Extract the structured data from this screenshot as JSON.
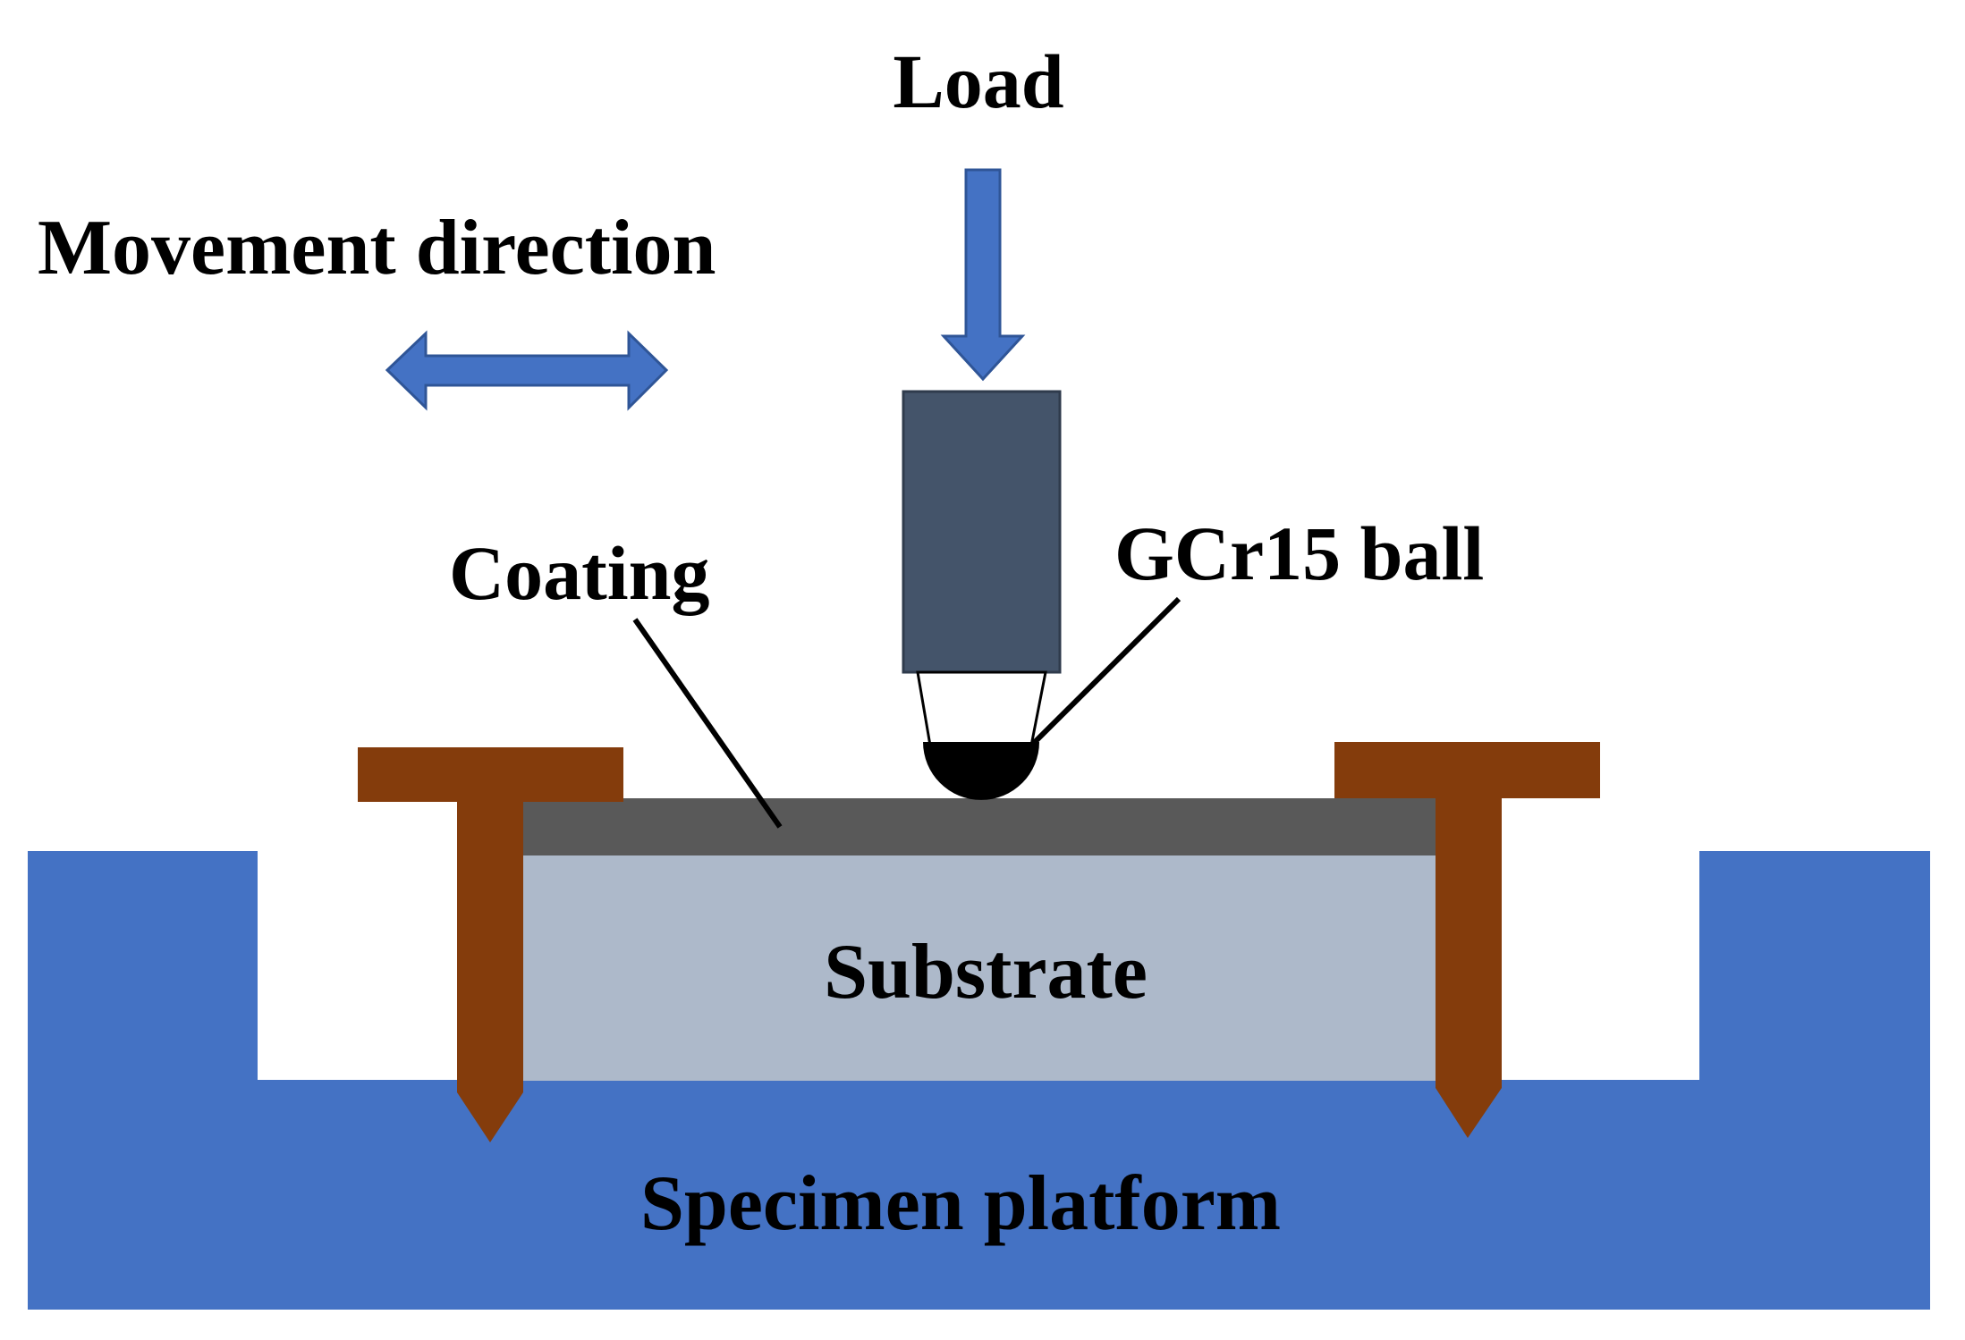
{
  "labels": {
    "load": "Load",
    "movement_direction": "Movement direction",
    "coating": "Coating",
    "ball": "GCr15 ball",
    "substrate": "Substrate",
    "platform": "Specimen platform"
  },
  "colors": {
    "platform": "#4472C4",
    "substrate": "#ADB9CA",
    "coating": "#595959",
    "clamp": "#843C0C",
    "holder": "#44546A",
    "arrow_fill": "#4472C4",
    "arrow_stroke": "#2F5597",
    "ball": "#000000",
    "background": "#FFFFFF"
  }
}
